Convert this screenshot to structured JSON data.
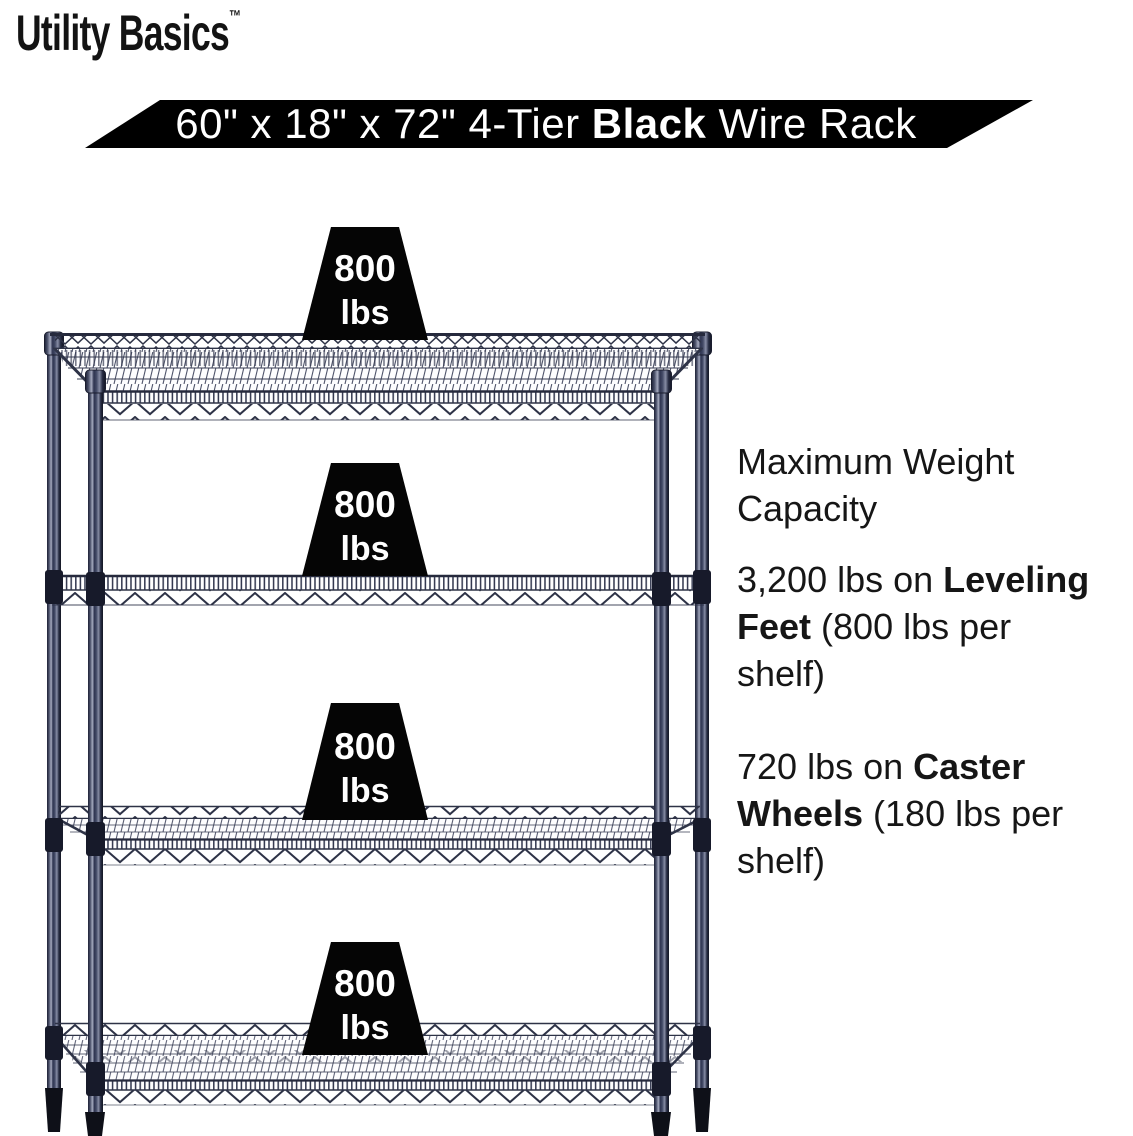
{
  "brand": {
    "name": "Utility Basics",
    "tm": "™"
  },
  "banner": {
    "prefix": "60\" x 18\" x 72\" 4-Tier ",
    "bold": "Black",
    "suffix": " Wire Rack"
  },
  "badges": [
    {
      "value": "800",
      "unit": "lbs"
    },
    {
      "value": "800",
      "unit": "lbs"
    },
    {
      "value": "800",
      "unit": "lbs"
    },
    {
      "value": "800",
      "unit": "lbs"
    }
  ],
  "info": {
    "heading_lines": [
      "Maximum Weight",
      "Capacity"
    ],
    "paragraphs": [
      {
        "lines": [
          [
            {
              "t": "3,200 lbs on "
            },
            {
              "t": "Leveling",
              "b": true
            }
          ],
          [
            {
              "t": "Feet",
              "b": true
            },
            {
              "t": " (800 lbs per"
            }
          ],
          [
            {
              "t": "shelf)"
            }
          ]
        ]
      },
      {
        "lines": [
          [
            {
              "t": "720 lbs on "
            },
            {
              "t": "Caster",
              "b": true
            }
          ],
          [
            {
              "t": "Wheels",
              "b": true
            },
            {
              "t": " (180 lbs per"
            }
          ],
          [
            {
              "t": "shelf)"
            }
          ]
        ]
      }
    ]
  },
  "colors": {
    "banner_bg": "#000000",
    "badge_bg": "#050505",
    "text": "#161616",
    "wire_navy": "#2e3347"
  }
}
